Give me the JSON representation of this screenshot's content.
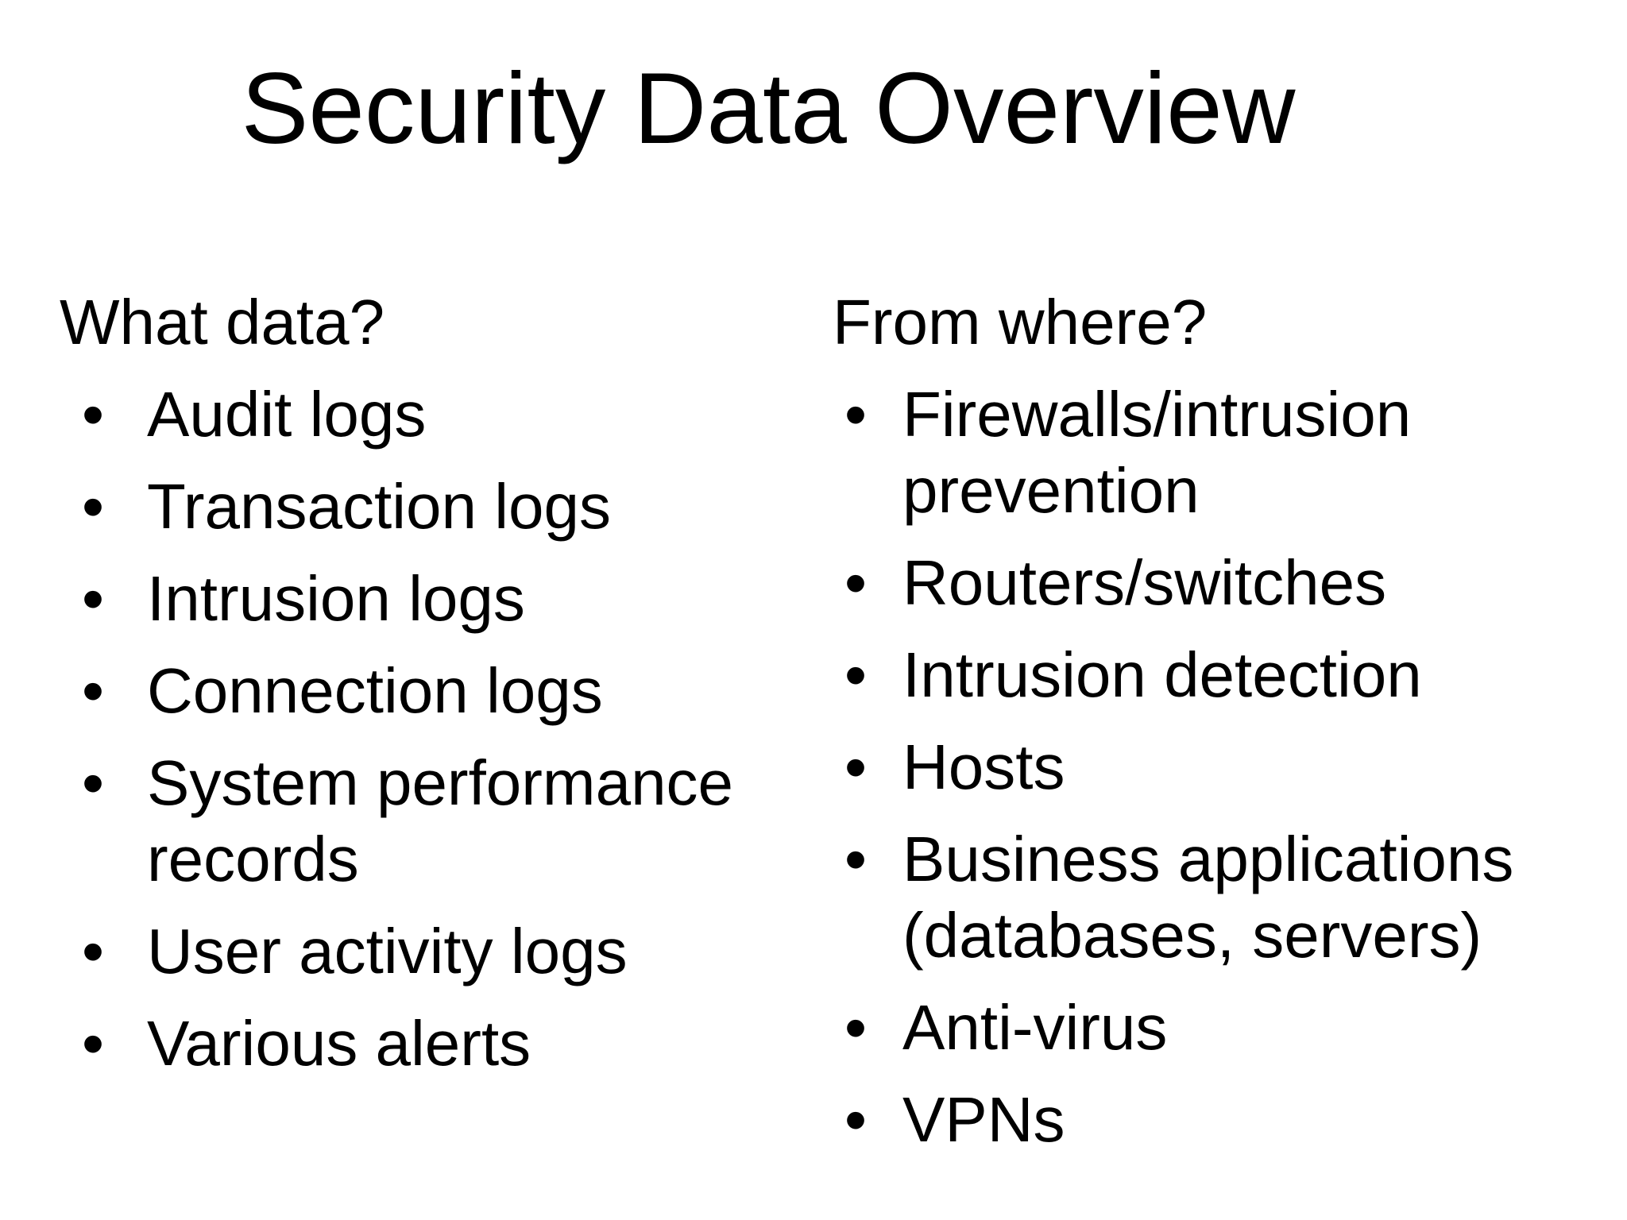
{
  "slide": {
    "title": "Security Data Overview",
    "bullet_char": "•",
    "colors": {
      "background": "#ffffff",
      "text": "#000000"
    },
    "columns": [
      {
        "heading": "What data?",
        "items": [
          "Audit logs",
          "Transaction logs",
          "Intrusion logs",
          "Connection logs",
          "System performance records",
          "User activity logs",
          "Various alerts"
        ]
      },
      {
        "heading": "From where?",
        "items": [
          "Firewalls/intrusion prevention",
          "Routers/switches",
          "Intrusion detection",
          "Hosts",
          "Business applications (databases, servers)",
          "Anti-virus",
          "VPNs"
        ]
      }
    ]
  }
}
